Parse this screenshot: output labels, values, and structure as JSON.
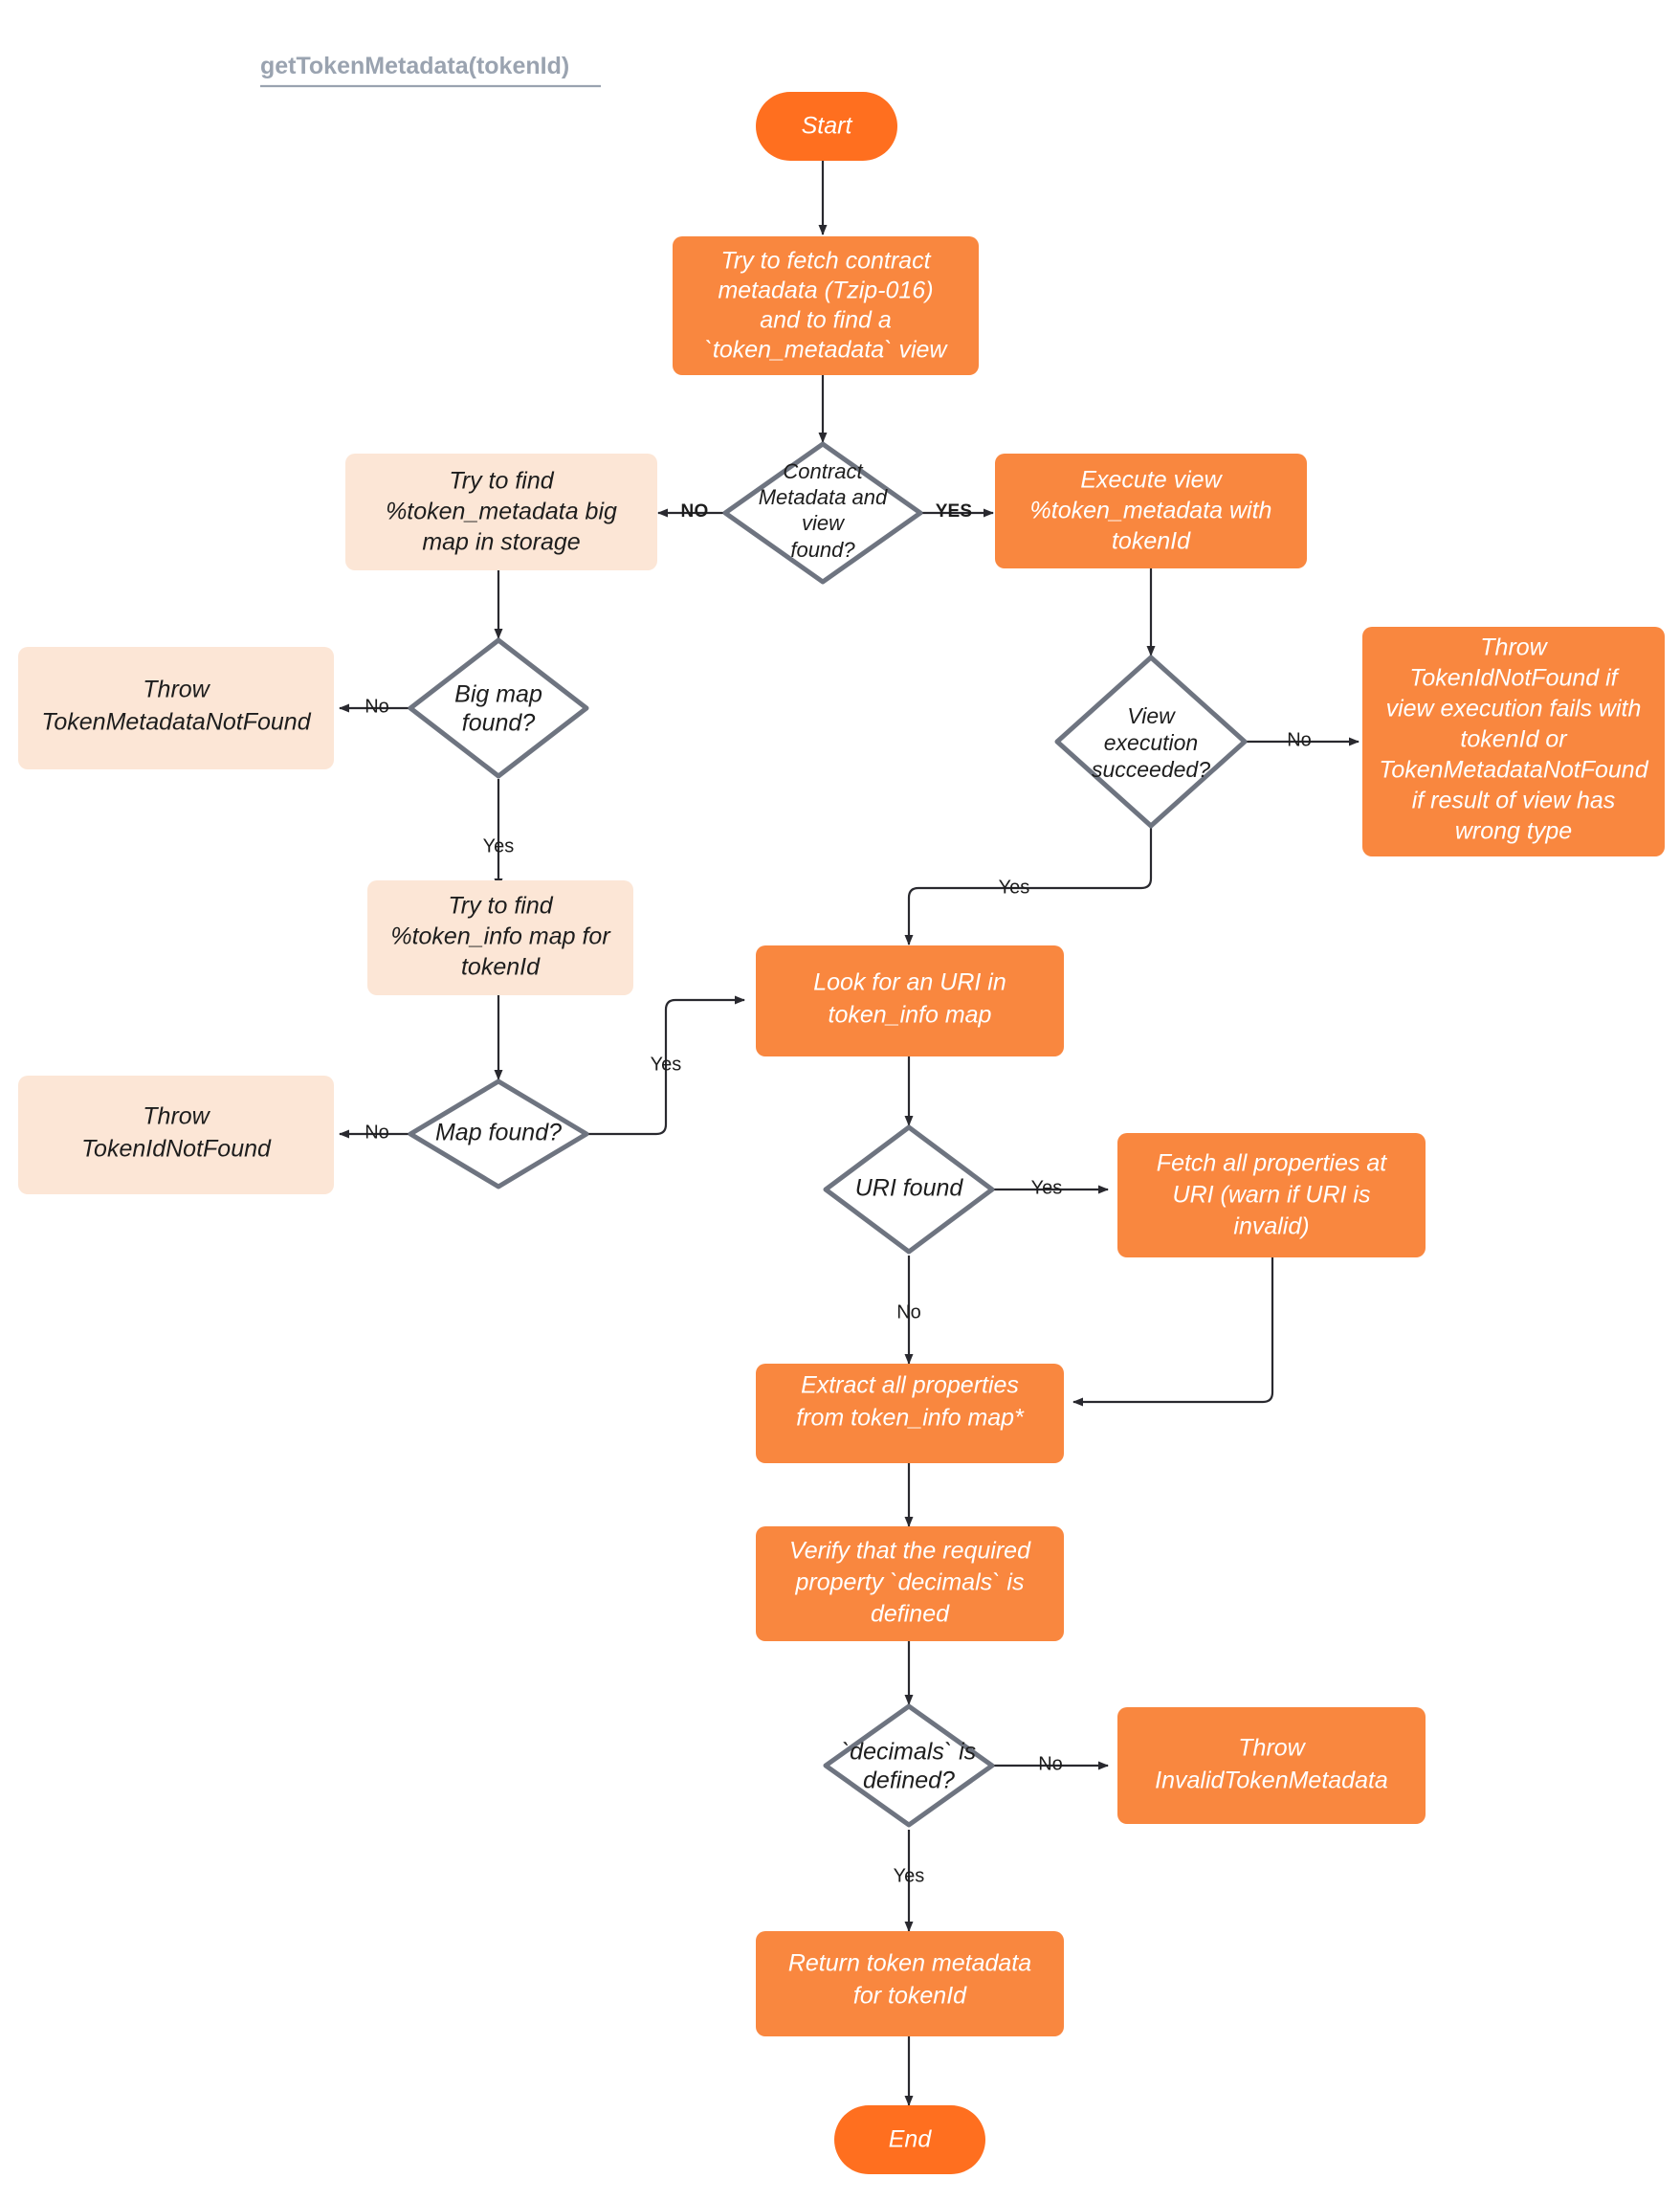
{
  "diagram": {
    "title": "getTokenMetadata(tokenId)",
    "colors": {
      "terminator_fill": "#ff6f1f",
      "process_strong_fill": "#f9873f",
      "process_soft_fill": "#fce6d6",
      "decision_stroke": "#6e7480",
      "decision_fill": "#ffffff",
      "edge_stroke": "#29292f",
      "title_color": "#9aa3b0",
      "text_light": "#ffffff",
      "text_dark": "#1d1d1d"
    },
    "nodes": {
      "start": {
        "label": "Start",
        "shape": "terminator"
      },
      "fetch_contract": {
        "label_lines": [
          "Try to fetch contract",
          "metadata (Tzip-016)",
          "and to find a",
          "`token_metadata` view"
        ],
        "shape": "process"
      },
      "contract_found": {
        "label_lines": [
          "Contract",
          "Metadata and",
          "view",
          "found?"
        ],
        "shape": "decision"
      },
      "find_bigmap": {
        "label_lines": [
          "Try to find",
          "%token_metadata big",
          "map in storage"
        ],
        "shape": "process-soft"
      },
      "execute_view": {
        "label_lines": [
          "Execute view",
          "%token_metadata with",
          "tokenId"
        ],
        "shape": "process"
      },
      "bigmap_found": {
        "label_lines": [
          "Big map",
          "found?"
        ],
        "shape": "decision"
      },
      "throw_tmnf": {
        "label_lines": [
          "Throw",
          "TokenMetadataNotFound"
        ],
        "shape": "process-soft"
      },
      "view_succeeded": {
        "label_lines": [
          "View",
          "execution",
          "succeeded?"
        ],
        "shape": "decision"
      },
      "throw_view_fail": {
        "label_lines": [
          "Throw",
          "TokenIdNotFound if",
          "view execution fails with",
          "tokenId or",
          "TokenMetadataNotFound",
          "if result of view has",
          "wrong type"
        ],
        "shape": "process"
      },
      "find_token_info": {
        "label_lines": [
          "Try to find",
          "%token_info map for",
          "tokenId"
        ],
        "shape": "process-soft"
      },
      "map_found": {
        "label_lines": [
          "Map found?"
        ],
        "shape": "decision"
      },
      "throw_tinf": {
        "label_lines": [
          "Throw",
          "TokenIdNotFound"
        ],
        "shape": "process-soft"
      },
      "look_for_uri": {
        "label_lines": [
          "Look for an URI in",
          "token_info map"
        ],
        "shape": "process"
      },
      "uri_found": {
        "label_lines": [
          "URI found"
        ],
        "shape": "decision"
      },
      "fetch_at_uri": {
        "label_lines": [
          "Fetch all properties at",
          "URI (warn if URI is",
          "invalid)"
        ],
        "shape": "process"
      },
      "extract_props": {
        "label_lines": [
          "Extract all properties",
          "from token_info map*"
        ],
        "shape": "process"
      },
      "verify_decimals": {
        "label_lines": [
          "Verify that the required",
          "property `decimals` is",
          "defined"
        ],
        "shape": "process"
      },
      "decimals_defined": {
        "label_lines": [
          "`decimals` is",
          "defined?"
        ],
        "shape": "decision"
      },
      "throw_invalid": {
        "label_lines": [
          "Throw",
          "InvalidTokenMetadata"
        ],
        "shape": "process"
      },
      "return_metadata": {
        "label_lines": [
          "Return token metadata",
          "for tokenId"
        ],
        "shape": "process"
      },
      "end": {
        "label": "End",
        "shape": "terminator"
      }
    },
    "edge_labels": {
      "contract_no": "NO",
      "contract_yes": "YES",
      "bigmap_no": "No",
      "bigmap_yes": "Yes",
      "view_no": "No",
      "view_yes": "Yes",
      "map_no": "No",
      "map_yes": "Yes",
      "uri_yes": "Yes",
      "uri_no": "No",
      "decimals_no": "No",
      "decimals_yes": "Yes"
    }
  }
}
